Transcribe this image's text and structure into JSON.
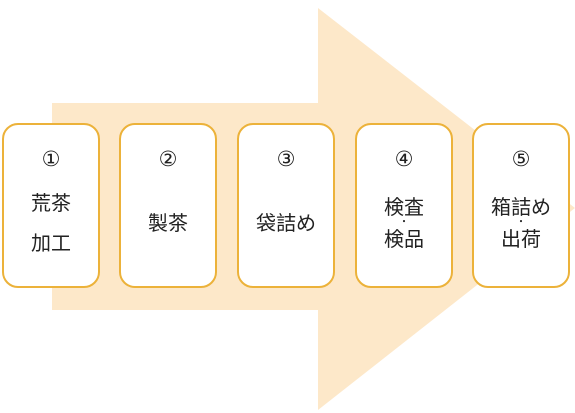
{
  "colors": {
    "arrow_fill": "#fde8c9",
    "box_border": "#ecb23a",
    "box_fill": "#ffffff",
    "text": "#222222"
  },
  "steps": [
    {
      "number": "①",
      "line1": "荒茶",
      "separator": "",
      "line2": "加工"
    },
    {
      "number": "②",
      "line1": "製茶",
      "separator": "",
      "line2": ""
    },
    {
      "number": "③",
      "line1": "袋詰め",
      "separator": "",
      "line2": ""
    },
    {
      "number": "④",
      "line1": "検査",
      "separator": "・",
      "line2": "検品"
    },
    {
      "number": "⑤",
      "line1": "箱詰め",
      "separator": "・",
      "line2": "出荷"
    }
  ]
}
